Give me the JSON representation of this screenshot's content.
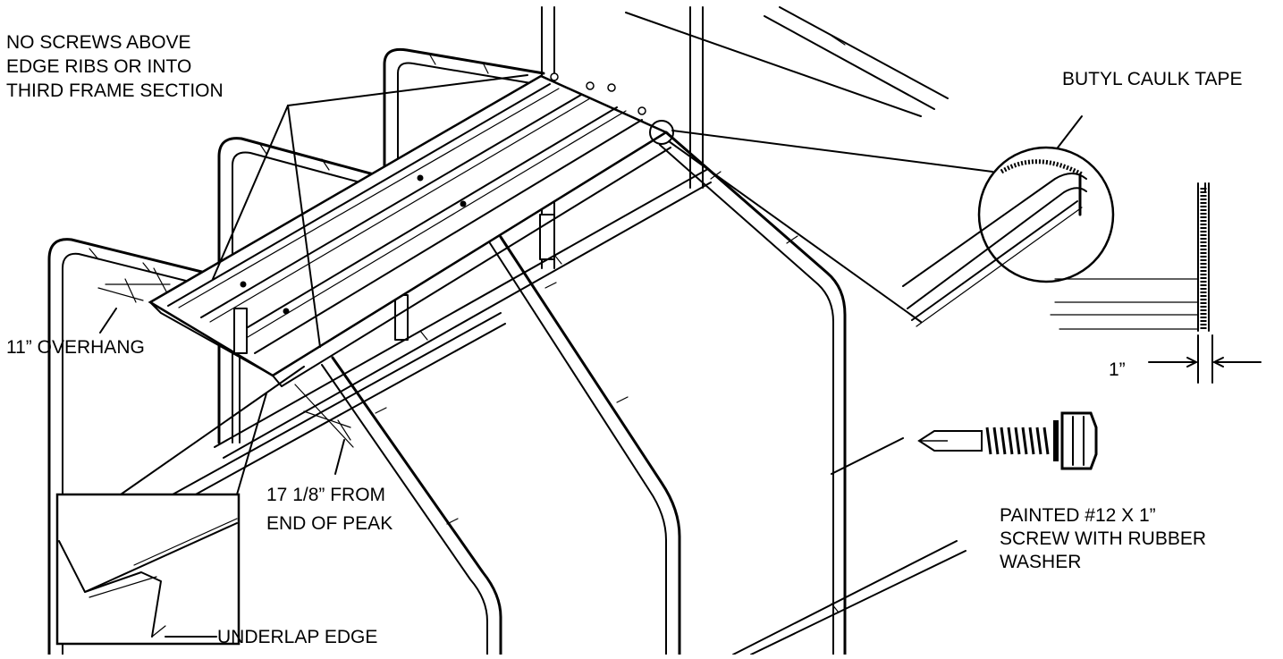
{
  "labels": {
    "no_screws": [
      "NO SCREWS ABOVE",
      "EDGE RIBS OR INTO",
      "THIRD FRAME SECTION"
    ],
    "overhang": "11” OVERHANG",
    "from_end": [
      "17 1/8” FROM",
      "END OF PEAK"
    ],
    "underlap": "UNDERLAP EDGE",
    "butyl": "BUTYL CAULK TAPE",
    "one_inch": "1”",
    "screw": [
      "PAINTED #12 X 1”",
      "SCREW WITH RUBBER",
      "WASHER"
    ]
  },
  "icons": {
    "screw": "self-drilling-screw-icon",
    "detail": "magnifier-detail-circle"
  }
}
